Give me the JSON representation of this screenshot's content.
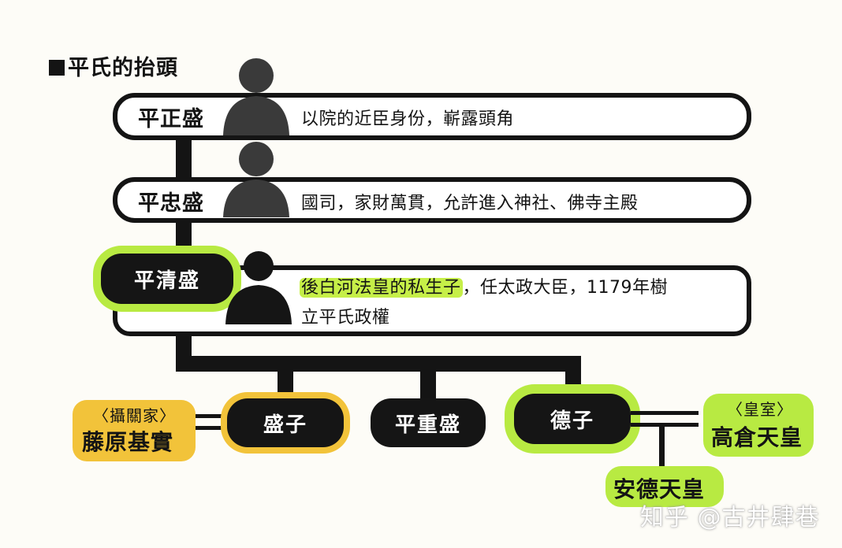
{
  "title": "平氏的抬頭",
  "rows": [
    {
      "name": "平正盛",
      "desc": "以院的近臣身份，嶄露頭角"
    },
    {
      "name": "平忠盛",
      "desc": "國司，家財萬貫，允許進入神社、佛寺主殿"
    },
    {
      "name": "平清盛",
      "desc_highlight": "後白河法皇的私生子",
      "desc_rest": "，任太政大臣，1179年樹",
      "desc_line2": "立平氏政權"
    }
  ],
  "children": [
    {
      "name": "盛子"
    },
    {
      "name": "平重盛"
    },
    {
      "name": "德子"
    }
  ],
  "spouses": {
    "left_tag": "〈攝關家〉",
    "left_name": "藤原基實",
    "right_tag": "〈皇室〉",
    "right_name": "高倉天皇"
  },
  "grandchild": "安德天皇",
  "watermark": "知乎 @古井肆巷",
  "colors": {
    "highlight_green": "#b8ea42",
    "highlight_yellow": "#f2c33a",
    "ink": "#141414"
  }
}
